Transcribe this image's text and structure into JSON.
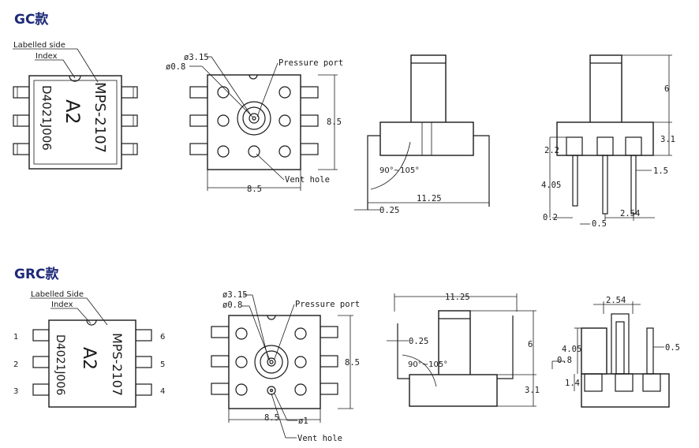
{
  "sections": [
    {
      "title": "GC款",
      "labelled_side": "Labelled side",
      "index": "Index",
      "marking": {
        "line1": "MPS-2107",
        "line2": "A2",
        "line3": "D4021J006"
      },
      "pin_numbers": [],
      "port": {
        "dia_outer": "ø3.15",
        "dia_inner": "ø0.8",
        "pressure_port": "Pressure port",
        "vent_hole": "Vent hole",
        "vent_dia": "",
        "width": "8.5",
        "height": "8.5"
      },
      "side": {
        "angle": "90°~105°",
        "length": "11.25",
        "thickness": "0.25"
      },
      "end": {
        "height": "6",
        "body": "3.1",
        "lead_top": "2.2",
        "lead_len": "4.05",
        "lead_tip": "0.2",
        "lead_width": "0.5",
        "pitch": "2.54",
        "lead_ext": "1.5"
      }
    },
    {
      "title": "GRC款",
      "labelled_side": "Labelled Side",
      "index": "Index",
      "marking": {
        "line1": "MPS-2107",
        "line2": "A2",
        "line3": "D4021J006"
      },
      "pin_numbers": [
        "1",
        "2",
        "3",
        "6",
        "5",
        "4"
      ],
      "port": {
        "dia_outer": "ø3.15",
        "dia_inner": "ø0.8",
        "pressure_port": "Pressure port",
        "vent_hole": "Vent hole",
        "vent_dia": "ø1",
        "width": "8.5",
        "height": "8.5"
      },
      "side": {
        "angle": "90°~105°",
        "length": "11.25",
        "thickness": "0.25",
        "height": "6",
        "body": "3.1"
      },
      "end": {
        "pitch": "2.54",
        "lead_len": "4.05",
        "lead_tip": "0.8",
        "body": "1.4",
        "lead_width": "0.5"
      }
    }
  ]
}
